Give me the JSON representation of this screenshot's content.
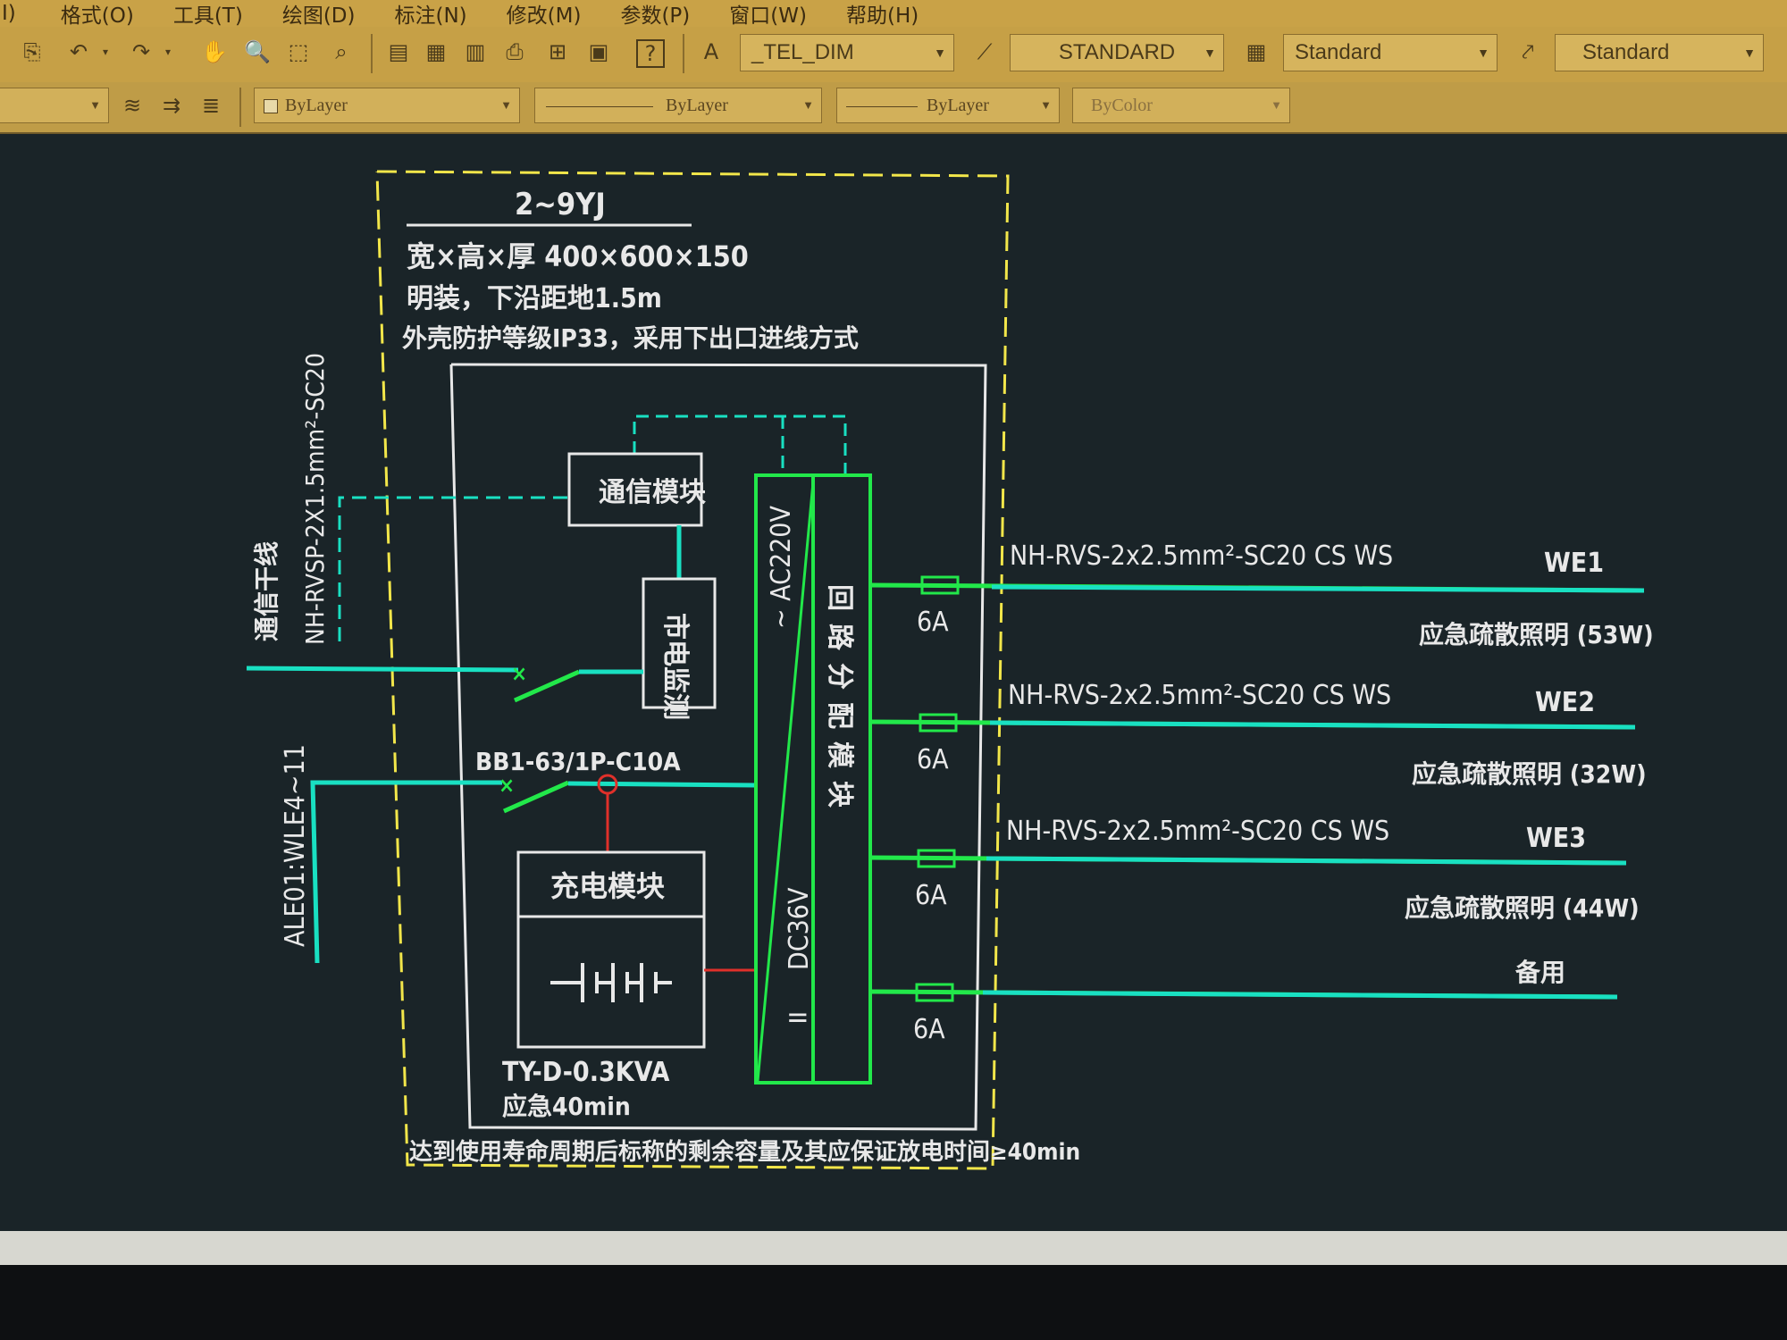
{
  "menubar": {
    "items": [
      "I)",
      "格式(O)",
      "工具(T)",
      "绘图(D)",
      "标注(N)",
      "修改(M)",
      "参数(P)",
      "窗口(W)",
      "帮助(H)"
    ]
  },
  "toolbar": {
    "text_style_combo": "_TEL_DIM",
    "dim_style_combo": "STANDARD",
    "table_style_combo": "Standard",
    "multileader_style_combo": "Standard",
    "layer_color_combo": "ByLayer",
    "linetype_combo": "ByLayer",
    "lineweight_combo": "ByLayer",
    "plotstyle_combo": "ByColor"
  },
  "drawing": {
    "box_id": "2~9YJ",
    "spec_line1": "宽×高×厚  400×600×150",
    "spec_line2": "明装，下沿距地1.5m",
    "spec_line3": "外壳防护等级IP33，采用下出口进线方式",
    "comm_cable_label": "NH-RVSP-2X1.5mm²-SC20",
    "comm_trunk_label": "通信干线",
    "incoming_label": "ALE01:WLE4~11",
    "breaker_label": "BB1-63/1P-C10A",
    "comm_module": "通信模块",
    "mains_monitor": "市电监测",
    "charge_module": "充电模块",
    "battery_model": "TY-D-0.3KVA",
    "emergency_time": "应急40min",
    "ac_label": "~ AC220V",
    "dc_label": "DC36V",
    "distribution_module": "回路分配模块",
    "footnote": "达到使用寿命周期后标称的剩余容量及其应保证放电时间≥40min",
    "circuits": [
      {
        "cable": "NH-RVS-2x2.5mm²-SC20  CS WS",
        "id": "WE1",
        "fuse": "6A",
        "load": "应急疏散照明 (53W)"
      },
      {
        "cable": "NH-RVS-2x2.5mm²-SC20  CS WS",
        "id": "WE2",
        "fuse": "6A",
        "load": "应急疏散照明 (32W)"
      },
      {
        "cable": "NH-RVS-2x2.5mm²-SC20  CS WS",
        "id": "WE3",
        "fuse": "6A",
        "load": "应急疏散照明 (44W)"
      },
      {
        "cable": "",
        "id": "",
        "fuse": "6A",
        "load": "备用"
      }
    ]
  },
  "colors": {
    "yellow": "#f2e64a",
    "white": "#e8e8e8",
    "cyan": "#19e0c2",
    "green": "#22e84a",
    "red": "#e0302a"
  }
}
